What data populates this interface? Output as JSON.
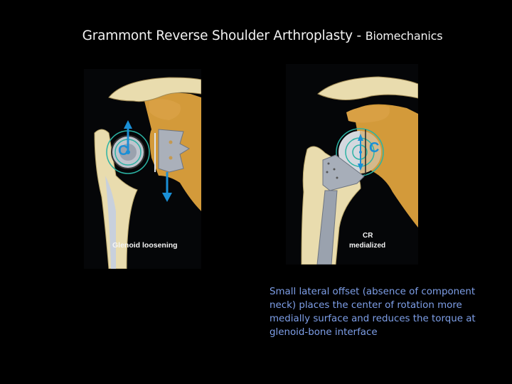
{
  "slide": {
    "title": "Grammont Reverse Shoulder Arthroplasty",
    "title_separator": " - ",
    "subtitle": "Biomechanics",
    "left_figure": {
      "caption": "Glenoid loosening",
      "annotation_letter": "C"
    },
    "right_figure": {
      "caption_line1": "CR",
      "caption_line2": "medialized",
      "annotation_letter": "C"
    },
    "body_text": "Small lateral offset (absence of component neck) places the center of rotation more medially surface and reduces the torque at glenoid-bone interface"
  },
  "colors": {
    "background": "#000000",
    "title": "#f2f2f2",
    "body_text": "#7e9fe8",
    "bone": "#e9dcae",
    "scapula": "#d39a3a",
    "implant": "#b9bfc8",
    "annotation_blue": "#1a8fd6",
    "annotation_teal": "#2bb3a4"
  }
}
